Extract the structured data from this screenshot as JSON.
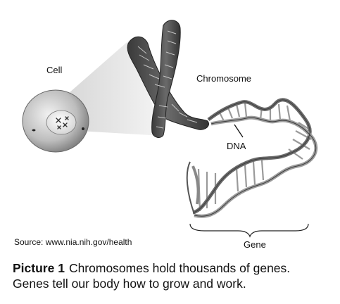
{
  "labels": {
    "cell": "Cell",
    "chromosome": "Chromosome",
    "dna": "DNA",
    "gene": "Gene"
  },
  "source": "Source: www.nia.nih.gov/health",
  "caption": {
    "heading": "Picture 1",
    "text": "Chromosomes hold thousands of genes. Genes tell our body how to grow and work."
  }
}
